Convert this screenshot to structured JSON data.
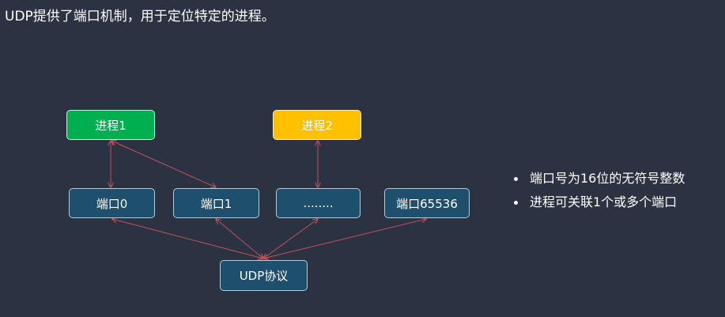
{
  "title": "UDP提供了端口机制，用于定位特定的进程。",
  "processes": {
    "p1": "进程1",
    "p2": "进程2"
  },
  "ports": {
    "port0": "端口0",
    "port1": "端口1",
    "ellipsis": "........",
    "port65536": "端口65536"
  },
  "udp": "UDP协议",
  "bullets": [
    "端口号为16位的无符号整数",
    "进程可关联1个或多个端口"
  ],
  "colors": {
    "background": "#2b3343",
    "process1": "#00b050",
    "process2": "#ffc000",
    "port": "#1e4f6c",
    "connector": "#c0505a"
  }
}
